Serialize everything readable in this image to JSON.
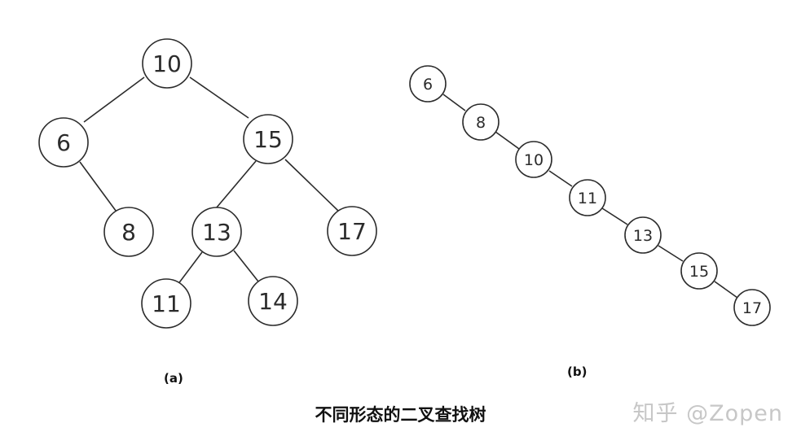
{
  "tree_a": {
    "label": "(a)",
    "nodes": [
      {
        "id": "a10",
        "text": "10"
      },
      {
        "id": "a6",
        "text": "6"
      },
      {
        "id": "a15",
        "text": "15"
      },
      {
        "id": "a8",
        "text": "8"
      },
      {
        "id": "a13",
        "text": "13"
      },
      {
        "id": "a17",
        "text": "17"
      },
      {
        "id": "a11",
        "text": "11"
      },
      {
        "id": "a14",
        "text": "14"
      }
    ],
    "edges": [
      [
        "10",
        "6"
      ],
      [
        "10",
        "15"
      ],
      [
        "6",
        "8"
      ],
      [
        "15",
        "13"
      ],
      [
        "15",
        "17"
      ],
      [
        "13",
        "11"
      ],
      [
        "13",
        "14"
      ]
    ]
  },
  "tree_b": {
    "label": "(b)",
    "nodes": [
      {
        "id": "b6",
        "text": "6"
      },
      {
        "id": "b8",
        "text": "8"
      },
      {
        "id": "b10",
        "text": "10"
      },
      {
        "id": "b11",
        "text": "11"
      },
      {
        "id": "b13",
        "text": "13"
      },
      {
        "id": "b15",
        "text": "15"
      },
      {
        "id": "b17",
        "text": "17"
      }
    ],
    "edges": [
      [
        "6",
        "8"
      ],
      [
        "8",
        "10"
      ],
      [
        "10",
        "11"
      ],
      [
        "11",
        "13"
      ],
      [
        "13",
        "15"
      ],
      [
        "15",
        "17"
      ]
    ]
  },
  "caption": "不同形态的二叉查找树",
  "watermark": "知乎 @Zopen"
}
